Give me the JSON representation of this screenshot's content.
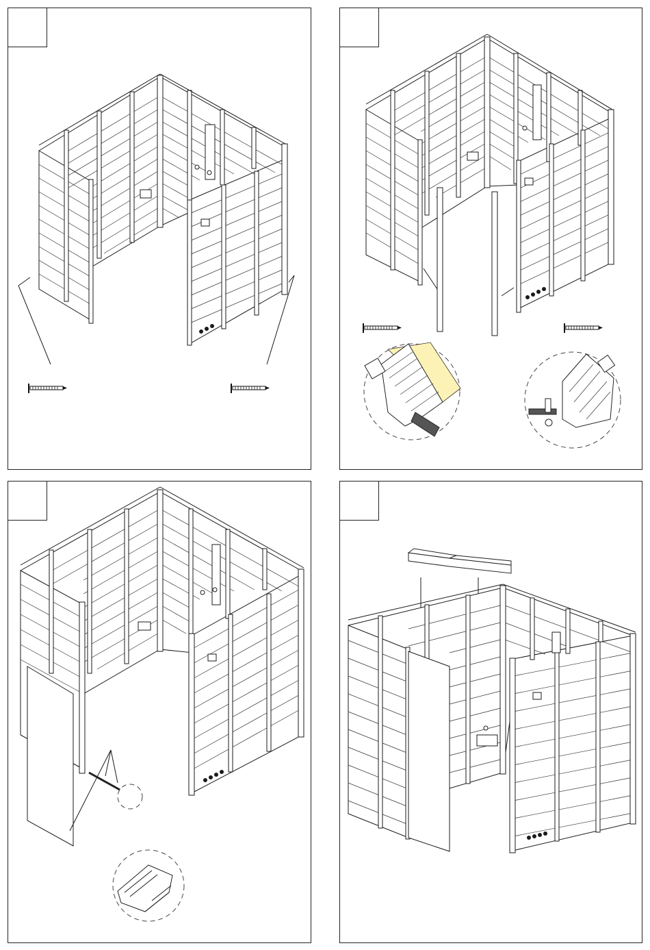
{
  "document": {
    "type": "assembly-instructions",
    "steps": [
      {
        "id": 1,
        "number_box": "",
        "parts": [
          "screw",
          "screw"
        ],
        "detail_views": 0
      },
      {
        "id": 2,
        "number_box": "",
        "parts": [
          "screw",
          "screw",
          "door-frame-post",
          "door-frame-post"
        ],
        "detail_views": 2,
        "highlight_color": "#fdf2b6"
      },
      {
        "id": 3,
        "number_box": "",
        "parts": [
          "door-panel",
          "rod"
        ],
        "detail_views": 1
      },
      {
        "id": 4,
        "number_box": "",
        "parts": [
          "roof-cornice",
          "door-panel"
        ],
        "detail_views": 0
      }
    ]
  }
}
